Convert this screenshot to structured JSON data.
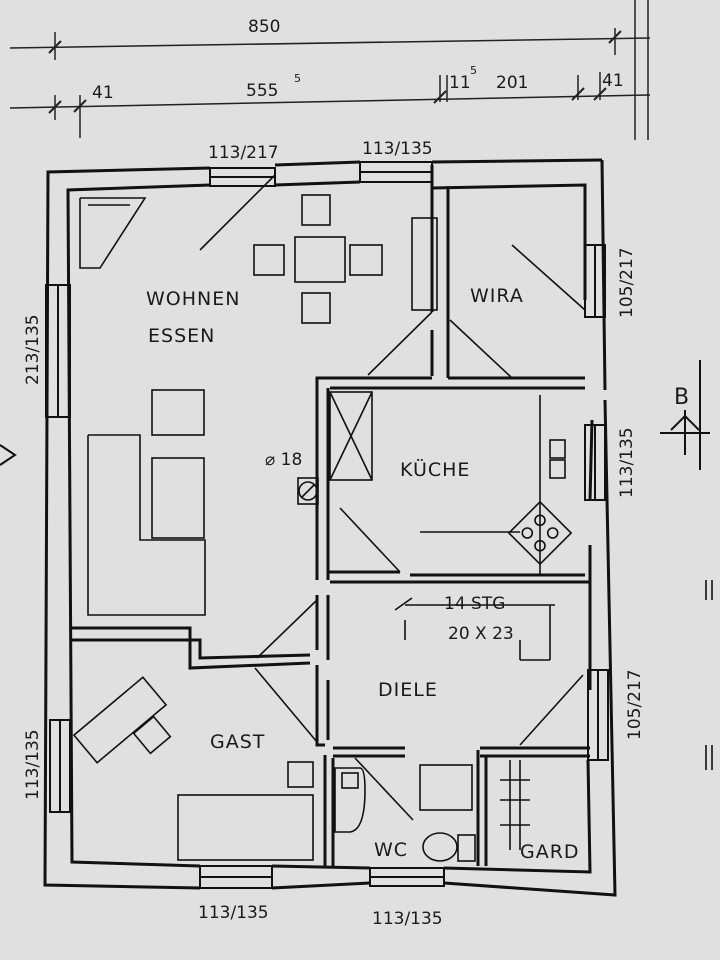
{
  "dimensions": {
    "total_width": "850",
    "left_offset": "41",
    "main_width": "555",
    "main_width_sup": "5",
    "inner_wall": "11",
    "inner_wall_sup": "5",
    "right_width": "201",
    "right_offset": "41"
  },
  "windows": {
    "top_left": "113/217",
    "top_right": "113/135",
    "left": "213/135",
    "left_lower": "113/135",
    "right_top": "105/217",
    "right_middle": "113/135",
    "right_lower": "105/217",
    "bottom_left": "113/135",
    "bottom_right": "113/135"
  },
  "rooms": {
    "wohnen": "WOHNEN",
    "essen": "ESSEN",
    "wira": "WIRA",
    "kueche": "KÜCHE",
    "diele": "DIELE",
    "gast": "GAST",
    "wc": "WC",
    "gard": "GARD"
  },
  "stairs": {
    "steps": "14 STG",
    "size": "20 X 23"
  },
  "chimney": "⌀ 18",
  "section_marker": "B"
}
